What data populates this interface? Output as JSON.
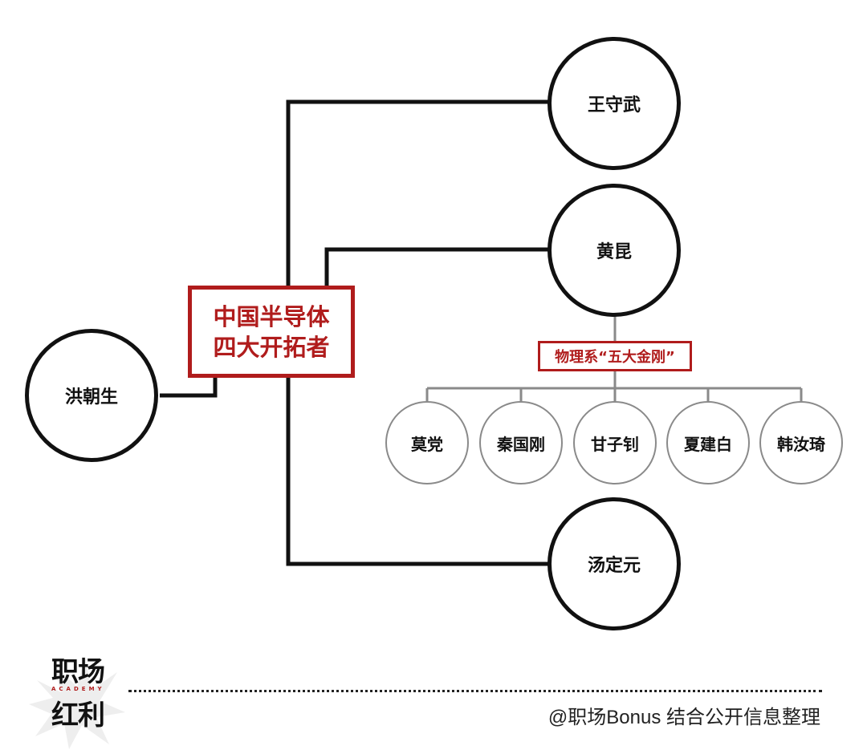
{
  "center_title": {
    "line1": "中国半导体",
    "line2": "四大开拓者"
  },
  "root": {
    "name": "洪朝生"
  },
  "pioneers": [
    {
      "name": "王守武"
    },
    {
      "name": "黄昆"
    },
    {
      "name": "汤定元"
    }
  ],
  "physics_group": {
    "label": "物理系“五大金刚”",
    "members": [
      {
        "name": "莫党"
      },
      {
        "name": "秦国刚"
      },
      {
        "name": "甘子钊"
      },
      {
        "name": "夏建白"
      },
      {
        "name": "韩汝琦"
      }
    ]
  },
  "logo": {
    "top": "职场",
    "sub": "ACADEMY",
    "bottom": "红利"
  },
  "credit": "@职场Bonus 结合公开信息整理",
  "colors": {
    "accent": "#b01c1c",
    "line": "#111111",
    "small_circle": "#8a8a8a"
  }
}
